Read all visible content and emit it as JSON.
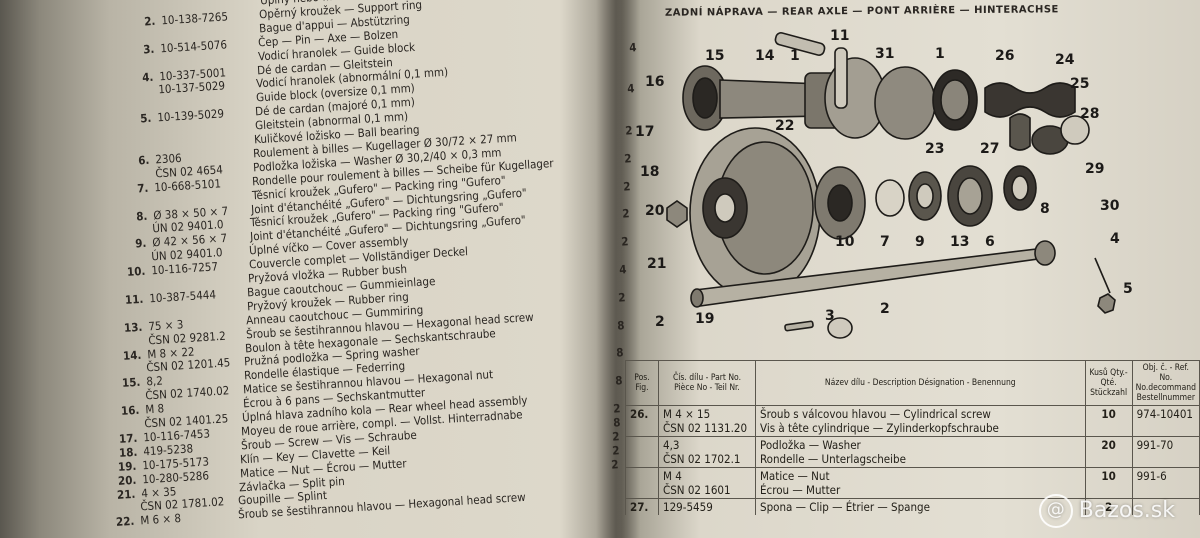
{
  "watermark": {
    "text": "Bazos.sk"
  },
  "left_page": {
    "rows": [
      {
        "no": "",
        "part": "",
        "desc": "Úplný nebo … Arbre de roue arrière … Achswelle",
        "qty": ""
      },
      {
        "no": "2.",
        "part": "10-138-7265",
        "desc": "Opěrný kroužek — Support ring",
        "qty": ""
      },
      {
        "no": "",
        "part": "",
        "desc": "Bague d'appui — Abstützring",
        "qty": ""
      },
      {
        "no": "3.",
        "part": "10-514-5076",
        "desc": "Čep — Pin — Axe — Bolzen",
        "qty": ""
      },
      {
        "no": "",
        "part": "",
        "desc": "Vodicí hranolek — Guide block",
        "qty": ""
      },
      {
        "no": "4.",
        "part": "10-337-5001",
        "desc": "Dé de cardan — Gleitstein",
        "qty": "4"
      },
      {
        "no": "",
        "part": "10-137-5029",
        "desc": "Vodicí hranolek (abnormální 0,1 mm)",
        "qty": ""
      },
      {
        "no": "",
        "part": "",
        "desc": "Guide block (oversize 0,1 mm)",
        "qty": ""
      },
      {
        "no": "5.",
        "part": "10-139-5029",
        "desc": "Dé de cardan (majoré 0,1 mm)",
        "qty": "4"
      },
      {
        "no": "",
        "part": "",
        "desc": "Gleitstein (abnormal 0,1 mm)",
        "qty": ""
      },
      {
        "no": "",
        "part": "",
        "desc": "Kuličkové ložisko — Ball bearing",
        "qty": ""
      },
      {
        "no": "6.",
        "part": "2306",
        "desc": "Roulement à billes — Kugellager Ø 30/72 × 27 mm",
        "qty": "2"
      },
      {
        "no": "",
        "part": "ČSN 02 4654",
        "desc": "Podložka ložiska — Washer Ø 30,2/40 × 0,3 mm",
        "qty": ""
      },
      {
        "no": "7.",
        "part": "10-668-5101",
        "desc": "Rondelle pour roulement à billes — Scheibe für Kugellager",
        "qty": "2"
      },
      {
        "no": "",
        "part": "",
        "desc": "Těsnicí kroužek „Gufero\" — Packing ring \"Gufero\"",
        "qty": ""
      },
      {
        "no": "8.",
        "part": "Ø 38 × 50 × 7",
        "desc": "Joint d'étanchéité „Gufero\" — Dichtungsring „Gufero\"",
        "qty": "2"
      },
      {
        "no": "",
        "part": "ÚN 02 9401.0",
        "desc": "Těsnicí kroužek „Gufero\" — Packing ring \"Gufero\"",
        "qty": ""
      },
      {
        "no": "9.",
        "part": "Ø 42 × 56 × 7",
        "desc": "Joint d'étanchéité „Gufero\" — Dichtungsring „Gufero\"",
        "qty": "2"
      },
      {
        "no": "",
        "part": "ÚN 02 9401.0",
        "desc": "Úplné víčko — Cover assembly",
        "qty": ""
      },
      {
        "no": "10.",
        "part": "10-116-7257",
        "desc": "Couvercle complet — Vollständiger Deckel",
        "qty": "2"
      },
      {
        "no": "",
        "part": "",
        "desc": "Pryžová vložka — Rubber bush",
        "qty": ""
      },
      {
        "no": "11.",
        "part": "10-387-5444",
        "desc": "Bague caoutchouc — Gummieinlage",
        "qty": "4"
      },
      {
        "no": "",
        "part": "",
        "desc": "Pryžový kroužek — Rubber ring",
        "qty": ""
      },
      {
        "no": "13.",
        "part": "75 × 3",
        "desc": "Anneau caoutchouc — Gummiring",
        "qty": "2"
      },
      {
        "no": "",
        "part": "ČSN 02 9281.2",
        "desc": "Šroub se šestihrannou hlavou — Hexagonal head screw",
        "qty": ""
      },
      {
        "no": "14.",
        "part": "M 8 × 22",
        "desc": "Boulon à tête hexagonale — Sechskantschraube",
        "qty": "8"
      },
      {
        "no": "",
        "part": "ČSN 02 1201.45",
        "desc": "Pružná podložka — Spring washer",
        "qty": ""
      },
      {
        "no": "15.",
        "part": "8,2",
        "desc": "Rondelle élastique — Federring",
        "qty": "8"
      },
      {
        "no": "",
        "part": "ČSN 02 1740.02",
        "desc": "Matice se šestihrannou hlavou — Hexagonal nut",
        "qty": ""
      },
      {
        "no": "16.",
        "part": "M 8",
        "desc": "Écrou à 6 pans — Sechskantmutter",
        "qty": "8"
      },
      {
        "no": "",
        "part": "ČSN 02 1401.25",
        "desc": "Úplná hlava zadního kola — Rear wheel head assembly",
        "qty": ""
      },
      {
        "no": "17.",
        "part": "10-116-7453",
        "desc": "Moyeu de roue arrière, compl. — Vollst. Hinterradnabe",
        "qty": "2"
      },
      {
        "no": "18.",
        "part": "419-5238",
        "desc": "Šroub — Screw — Vis — Schraube",
        "qty": "8"
      },
      {
        "no": "19.",
        "part": "10-175-5173",
        "desc": "Klín — Key — Clavette — Keil",
        "qty": "2"
      },
      {
        "no": "20.",
        "part": "10-280-5286",
        "desc": "Matice — Nut — Écrou — Mutter",
        "qty": "2"
      },
      {
        "no": "21.",
        "part": "4 × 35",
        "desc": "Závlačka — Split pin",
        "qty": "2"
      },
      {
        "no": "",
        "part": "ČSN 02 1781.02",
        "desc": "Goupille — Splint",
        "qty": ""
      },
      {
        "no": "22.",
        "part": "M 6 × 8",
        "desc": "Šroub se šestihrannou hlavou — Hexagonal head screw",
        "qty": ""
      }
    ]
  },
  "right_page": {
    "header": "ZADNÍ NÁPRAVA — REAR AXLE — PONT ARRIÈRE — HINTERACHSE",
    "diagram_labels": [
      "11",
      "15",
      "14",
      "1",
      "31",
      "1",
      "26",
      "24",
      "25",
      "16",
      "22",
      "28",
      "17",
      "23",
      "27",
      "29",
      "18",
      "20",
      "10",
      "7",
      "9",
      "13",
      "6",
      "8",
      "30",
      "4",
      "21",
      "5",
      "2",
      "2",
      "19",
      "3"
    ],
    "table": {
      "headers": {
        "pos": "Pos. Fig.",
        "part": "Čís. dílu - Part No. Pièce No - Teil Nr.",
        "name": "Název dílu - Description Désignation - Benennung",
        "qty": "Kusů Qty.-Qté. Stückzahl",
        "order": "Obj. č. - Ref. No. No.decommand Bestellnummer"
      },
      "rows": [
        {
          "pos": "26.",
          "part": [
            "M 4 × 15",
            "ČSN 02 1131.20"
          ],
          "name": [
            "Šroub s válcovou hlavou — Cylindrical screw",
            "Vis à tête cylindrique — Zylinderkopfschraube"
          ],
          "qty": "10",
          "order": "974-10401"
        },
        {
          "pos": "",
          "part": [
            "4,3",
            "ČSN 02 1702.1"
          ],
          "name": [
            "Podložka — Washer",
            "Rondelle — Unterlagscheibe"
          ],
          "qty": "20",
          "order": "991-70"
        },
        {
          "pos": "",
          "part": [
            "M 4",
            "ČSN 02 1601"
          ],
          "name": [
            "Matice — Nut",
            "Écrou — Mutter"
          ],
          "qty": "10",
          "order": "991-6"
        },
        {
          "pos": "27.",
          "part": [
            "129-5459"
          ],
          "name": [
            "Spona — Clip — Étrier — Spange"
          ],
          "qty": "2",
          "order": ""
        }
      ]
    }
  }
}
